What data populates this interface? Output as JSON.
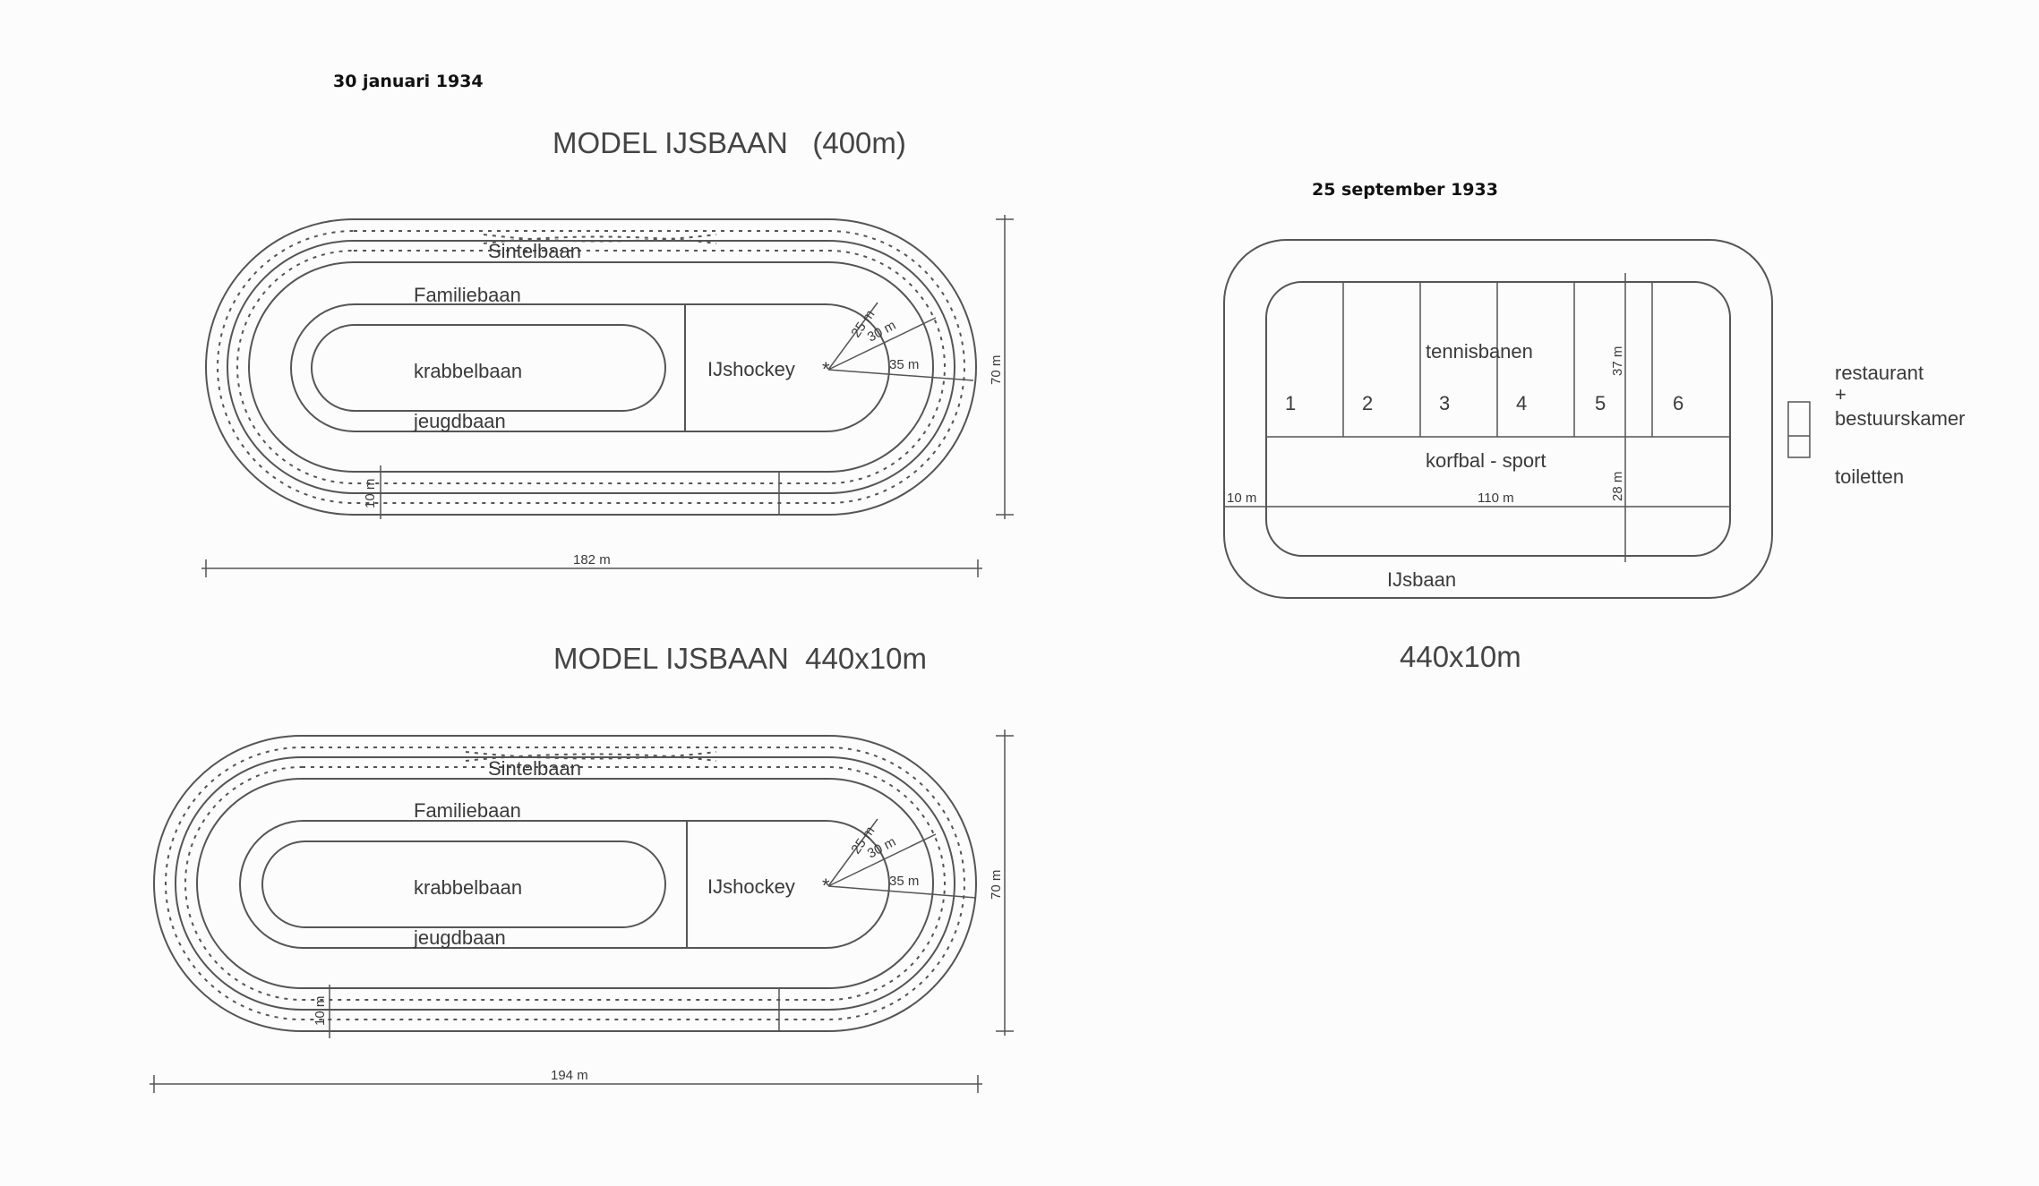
{
  "top_left": {
    "date": "30 januari 1934",
    "title": "MODEL IJSBAAN   (400m)",
    "labels": {
      "sintelbaan": "Sintelbaan",
      "familiebaan": "Familiebaan",
      "krabbelbaan": "krabbelbaan",
      "jeugdbaan": "jeugdbaan",
      "ijshockey": "IJshockey",
      "r25": "25 m",
      "r30": "30 m",
      "r35": "35 m",
      "height": "70 m",
      "lane": "10 m",
      "width": "182 m"
    }
  },
  "bottom_left": {
    "title": "MODEL IJSBAAN  440x10m",
    "labels": {
      "sintelbaan": "Sintelbaan",
      "familiebaan": "Familiebaan",
      "krabbelbaan": "krabbelbaan",
      "jeugdbaan": "jeugdbaan",
      "ijshockey": "IJshockey",
      "r25": "25 m",
      "r30": "30 m",
      "r35": "35 m",
      "height": "70 m",
      "lane": "10 m",
      "width": "194 m"
    }
  },
  "right": {
    "date": "25 september 1933",
    "tennisbanen": "tennisbanen",
    "courts": [
      "1",
      "2",
      "3",
      "4",
      "5",
      "6"
    ],
    "korfbal": "korfbal - sport",
    "ijsbaan": "IJsbaan",
    "dim_37": "37 m",
    "dim_28": "28 m",
    "dim_10": "10 m",
    "dim_110": "110 m",
    "restaurant": "restaurant",
    "plus": "+",
    "bestuurskamer": "bestuurskamer",
    "toiletten": "toiletten",
    "caption": "440x10m"
  }
}
